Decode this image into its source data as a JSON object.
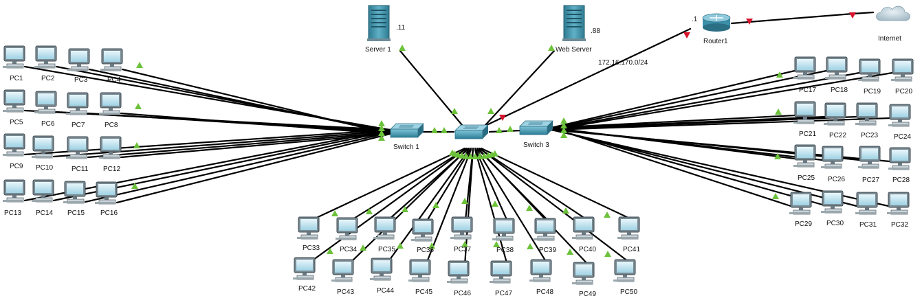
{
  "colors": {
    "link_up": "#6cc23a",
    "link_down": "#d6142b",
    "line": "#000000",
    "device": "#3b8fa8"
  },
  "devices": {
    "server1": {
      "label": "Server 1",
      "addr": ".11",
      "icon": "server-icon"
    },
    "webserver": {
      "label": "Web Server",
      "addr": ".88",
      "icon": "server-icon"
    },
    "router1": {
      "label": "Router1",
      "addr": ".1",
      "icon": "router-icon"
    },
    "internet": {
      "label": "Internet",
      "icon": "cloud-icon"
    },
    "switch1": {
      "label": "Switch 1",
      "icon": "switch-icon"
    },
    "switch2": {
      "label": "",
      "icon": "switch-icon"
    },
    "switch3": {
      "label": "Switch 3",
      "icon": "switch-icon"
    }
  },
  "network_label": "172.16.170.0/24",
  "pcs": {
    "left": [
      "PC1",
      "PC2",
      "PC3",
      "PC4",
      "PC5",
      "PC6",
      "PC7",
      "PC8",
      "PC9",
      "PC10",
      "PC11",
      "PC12",
      "PC13",
      "PC14",
      "PC15",
      "PC16"
    ],
    "right": [
      "PC17",
      "PC18",
      "PC19",
      "PC20",
      "PC21",
      "PC22",
      "PC23",
      "PC24",
      "PC25",
      "PC26",
      "PC27",
      "PC28",
      "PC29",
      "PC30",
      "PC31",
      "PC32"
    ],
    "bottom_top": [
      "PC33",
      "PC34",
      "PC35",
      "PC36",
      "PC37",
      "PC38",
      "PC39",
      "PC40",
      "PC41"
    ],
    "bottom_low": [
      "PC42",
      "PC43",
      "PC44",
      "PC45",
      "PC46",
      "PC47",
      "PC48",
      "PC49",
      "PC50"
    ]
  }
}
